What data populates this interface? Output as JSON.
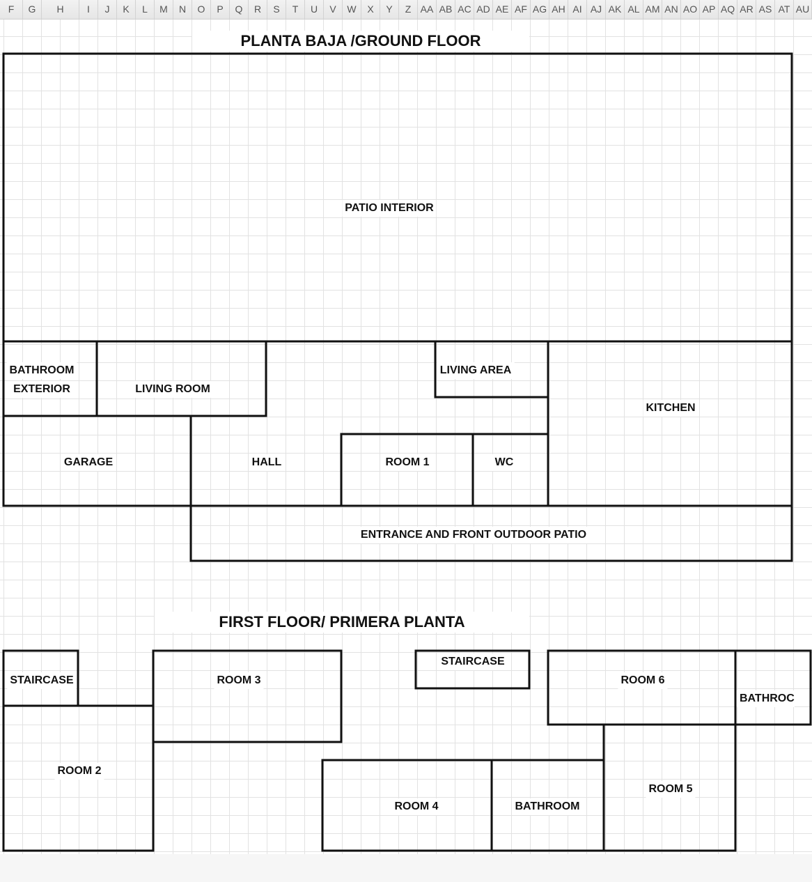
{
  "columns": [
    "F",
    "G",
    "H",
    "I",
    "J",
    "K",
    "L",
    "M",
    "N",
    "O",
    "P",
    "Q",
    "R",
    "S",
    "T",
    "U",
    "V",
    "W",
    "X",
    "Y",
    "Z",
    "AA",
    "AB",
    "AC",
    "AD",
    "AE",
    "AF",
    "AG",
    "AH",
    "AI",
    "AJ",
    "AK",
    "AL",
    "AM",
    "AN",
    "AO",
    "AP",
    "AQ",
    "AR",
    "AS",
    "AT",
    "AU"
  ],
  "ground_floor": {
    "title": "PLANTA BAJA /GROUND FLOOR",
    "rooms": {
      "patio_interior": "PATIO INTERIOR",
      "bathroom_exterior_line1": "BATHROOM",
      "bathroom_exterior_line2": "EXTERIOR",
      "living_room": "LIVING ROOM",
      "living_area": "LIVING AREA",
      "kitchen": "KITCHEN",
      "garage": "GARAGE",
      "hall": "HALL",
      "room_1": "ROOM 1",
      "wc": "WC",
      "entrance": "ENTRANCE AND FRONT OUTDOOR PATIO"
    }
  },
  "first_floor": {
    "title": "FIRST FLOOR/ PRIMERA PLANTA",
    "rooms": {
      "staircase_left": "STAIRCASE",
      "room_3": "ROOM 3",
      "staircase_center": "STAIRCASE",
      "room_6": "ROOM 6",
      "bathroom_right": "BATHROC",
      "room_2": "ROOM 2",
      "room_4": "ROOM 4",
      "bathroom_center": "BATHROOM",
      "room_5": "ROOM 5"
    }
  }
}
